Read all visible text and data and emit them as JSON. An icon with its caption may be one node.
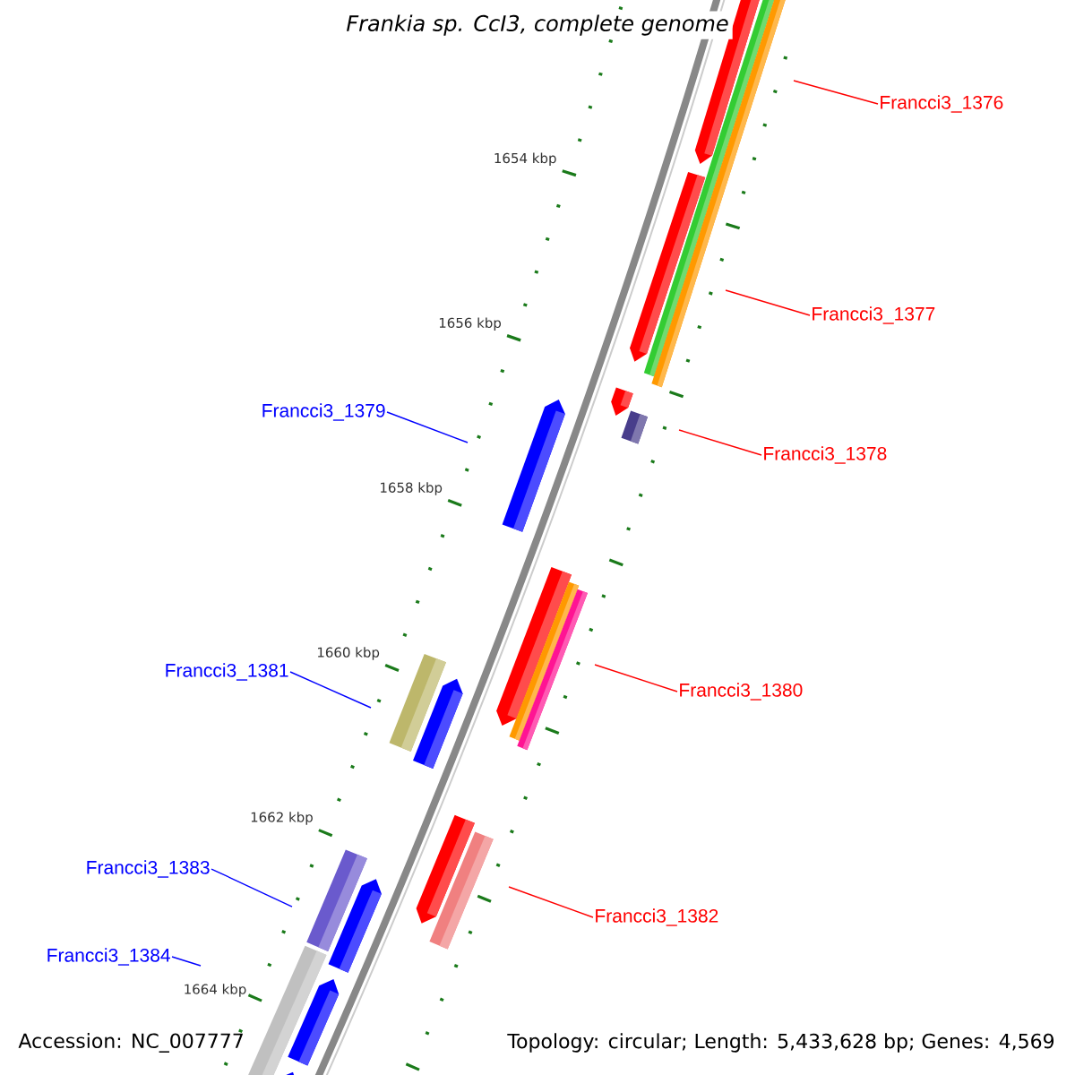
{
  "diagram": {
    "title": "Frankia sp. CcI3, complete genome",
    "nodes": [
      {
        "text": [
          "Francci3_1376"
        ]
      },
      {
        "text": [
          "Francci3_1377"
        ]
      },
      {
        "text": [
          "Francci3_1379"
        ]
      },
      {
        "text": [
          "Francci3_1378"
        ]
      },
      {
        "text": [
          "Francci3_1381"
        ]
      },
      {
        "text": [
          "Francci3_1380"
        ]
      },
      {
        "text": [
          "Francci3_1383"
        ]
      },
      {
        "text": [
          "Francci3_1382"
        ]
      },
      {
        "text": [
          "Francci3_1384"
        ]
      }
    ],
    "edges": [
      {
        "from": 0,
        "to": null,
        "arrow": "none"
      },
      {
        "from": 1,
        "to": null,
        "arrow": "none"
      },
      {
        "from": 2,
        "to": null,
        "arrow": "none",
        "color": "#0000ff"
      },
      {
        "from": 3,
        "to": null,
        "arrow": "none"
      },
      {
        "from": 4,
        "to": null,
        "arrow": "none",
        "color": "#0000ff"
      },
      {
        "from": 5,
        "to": null,
        "arrow": "none"
      },
      {
        "from": 6,
        "to": null,
        "arrow": "none",
        "color": "#0000ff"
      },
      {
        "from": 7,
        "to": null,
        "arrow": "none"
      },
      {
        "from": 8,
        "to": null,
        "arrow": "none",
        "color": "#0000ff"
      }
    ],
    "labels": [
      "1654 kbp",
      "1656 kbp",
      "1658 kbp",
      "1660 kbp",
      "1662 kbp",
      "1664 kbp",
      "Accession: NC_007777",
      "Topology: circular; Length: 5,433,628 bp; Genes: 4,569"
    ]
  }
}
